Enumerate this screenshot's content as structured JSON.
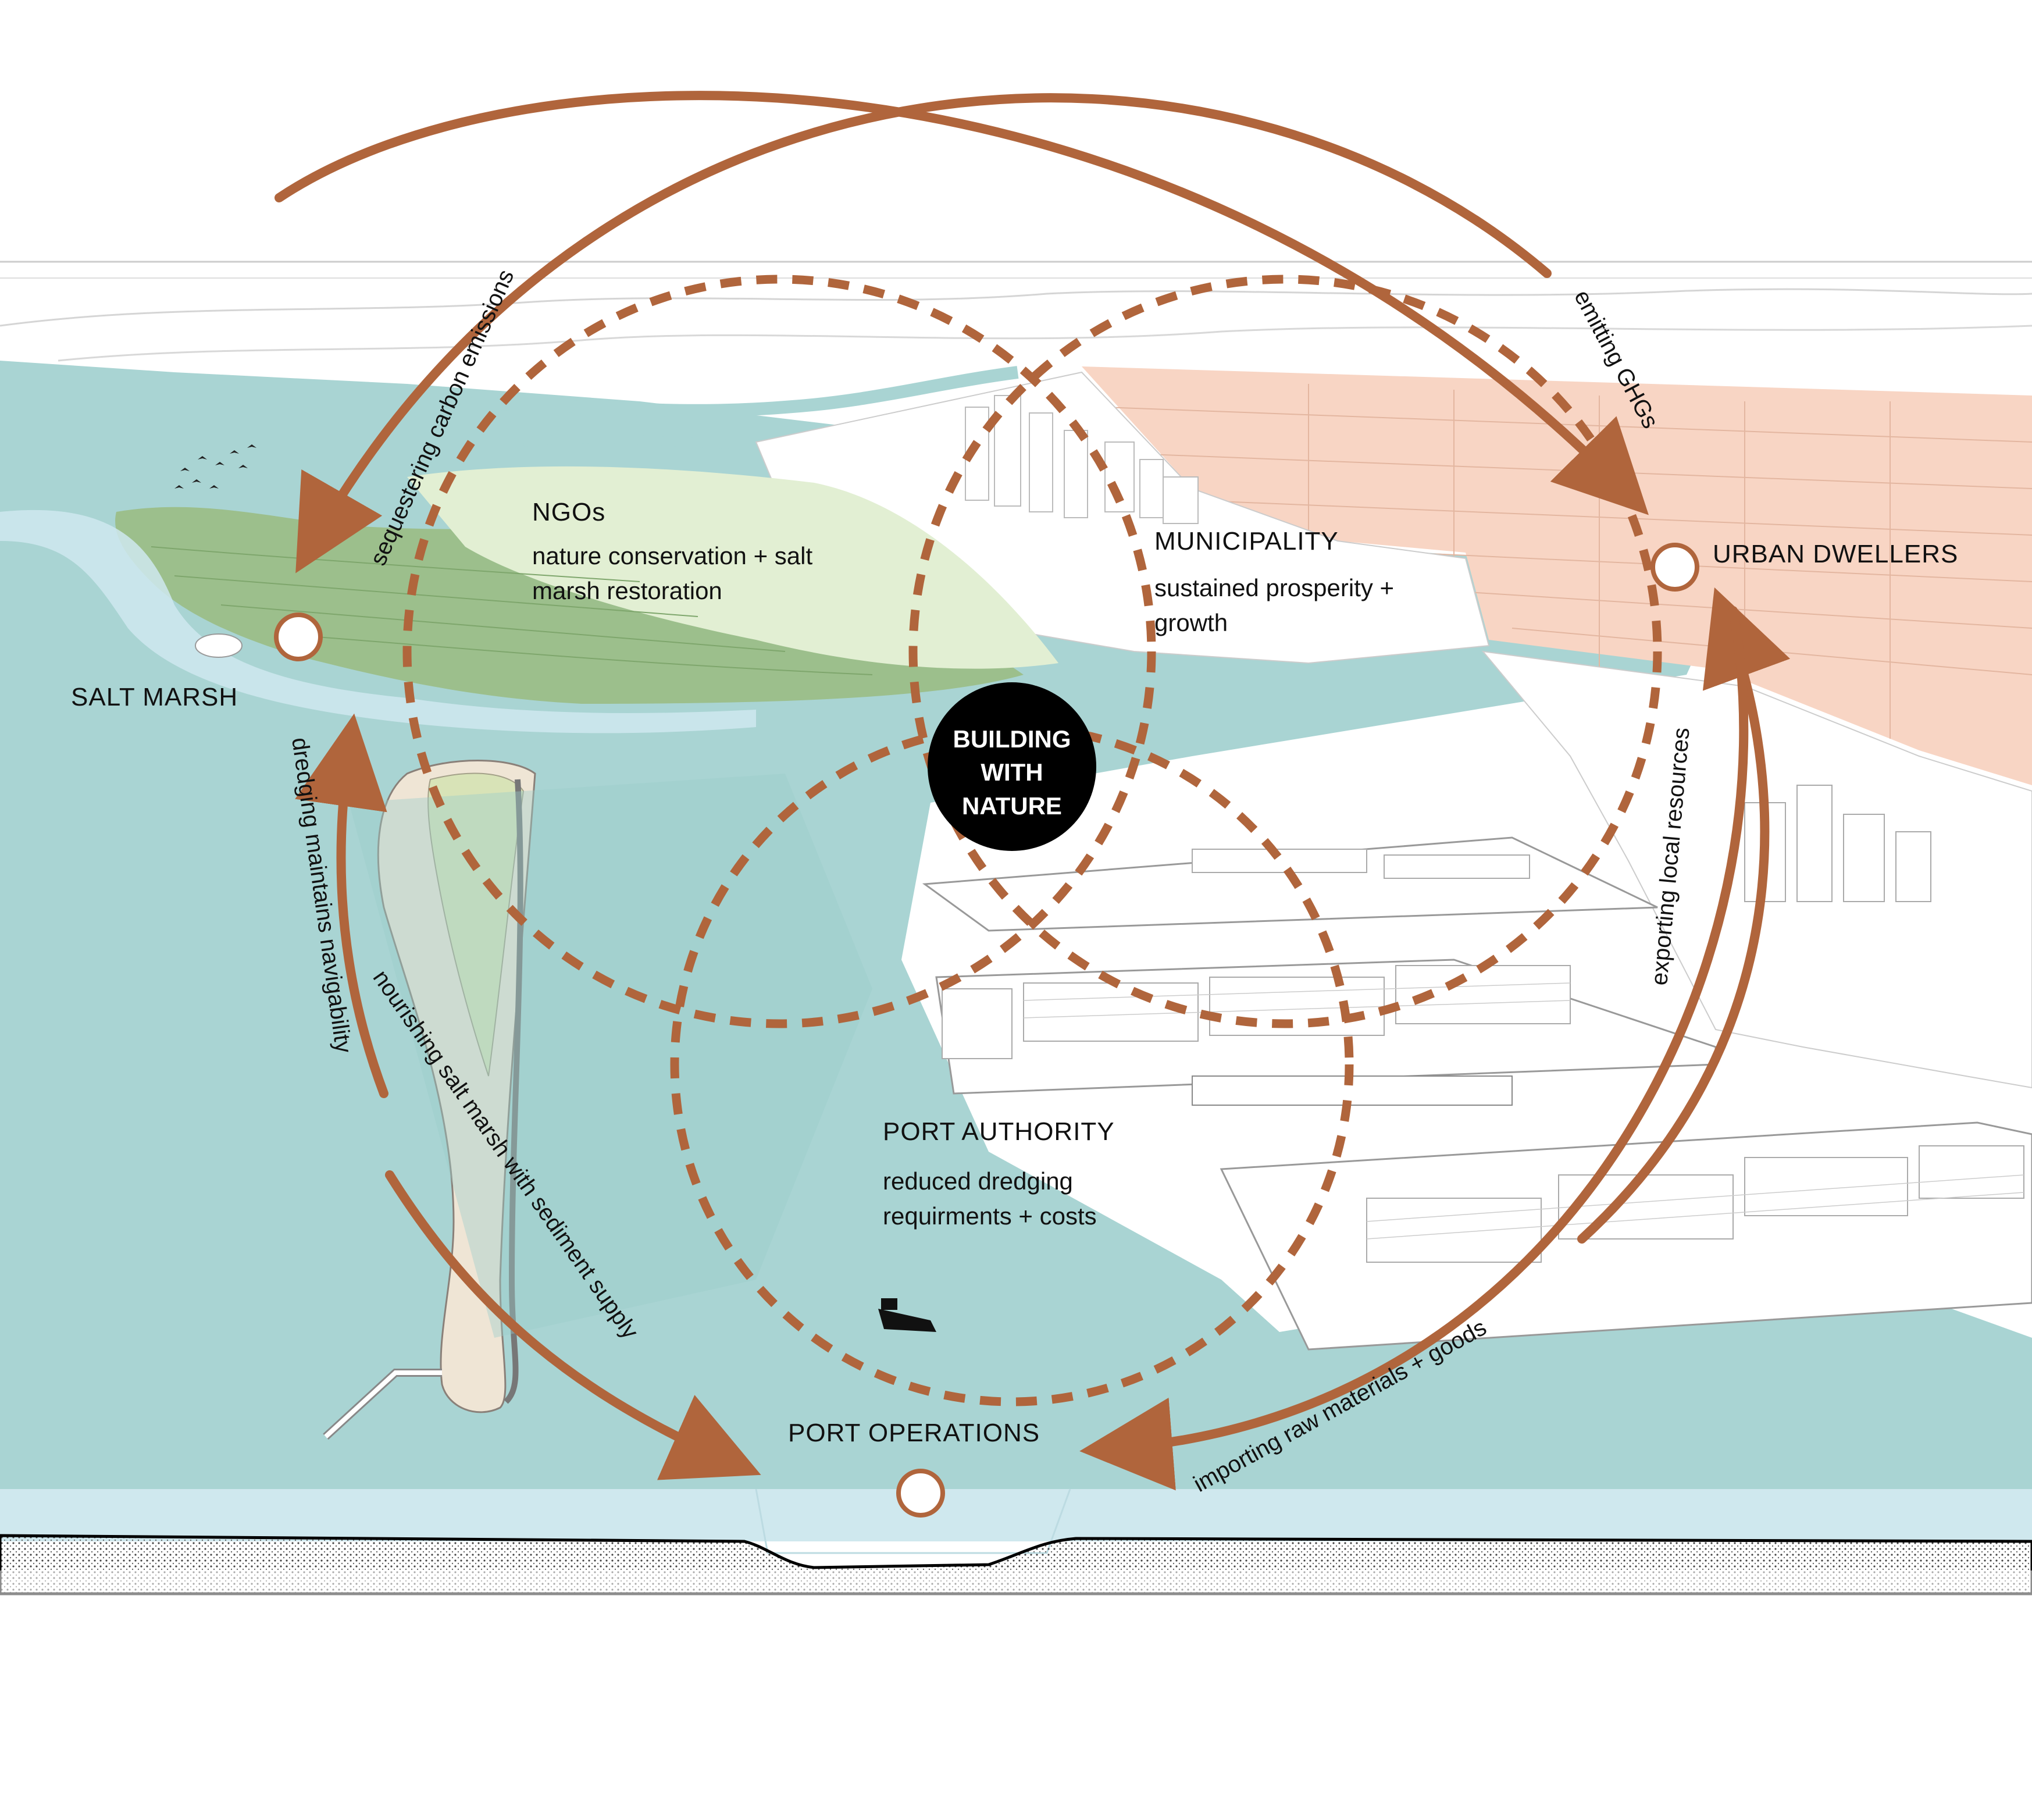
{
  "colors": {
    "water": "#a9d4d3",
    "water_light": "#cfe8ee",
    "marsh_dark": "#9cbf8c",
    "marsh_light": "#e2efd3",
    "urban": "#f8d5c4",
    "arrow": "#b0653c",
    "hub": "#000000",
    "ground": "#000000"
  },
  "center": {
    "label_lines": [
      "BUILDING",
      "WITH",
      "NATURE"
    ]
  },
  "nodes": {
    "salt_marsh": "SALT MARSH",
    "urban_dwellers": "URBAN DWELLERS",
    "port_operations": "PORT OPERATIONS"
  },
  "stakeholders": {
    "ngos": {
      "title": "NGOs",
      "line1": "nature conservation + salt",
      "line2": "marsh restoration"
    },
    "municipality": {
      "title": "MUNICIPALITY",
      "line1": "sustained prosperity +",
      "line2": "growth"
    },
    "port_authority": {
      "title": "PORT AUTHORITY",
      "line1": "reduced dredging",
      "line2": "requirments + costs"
    }
  },
  "flows": {
    "sequestering": "sequestering carbon emissions",
    "emitting": "emitting GHGs",
    "exporting": "exporting local resources",
    "importing": "importing raw materials + goods",
    "nourishing": "nourishing salt marsh with sediment supply",
    "dredging": "dredging maintains navigability"
  },
  "icons": [
    "circle-node-icon",
    "bird-flock-icon",
    "ship-icon",
    "arrowhead-icon"
  ]
}
